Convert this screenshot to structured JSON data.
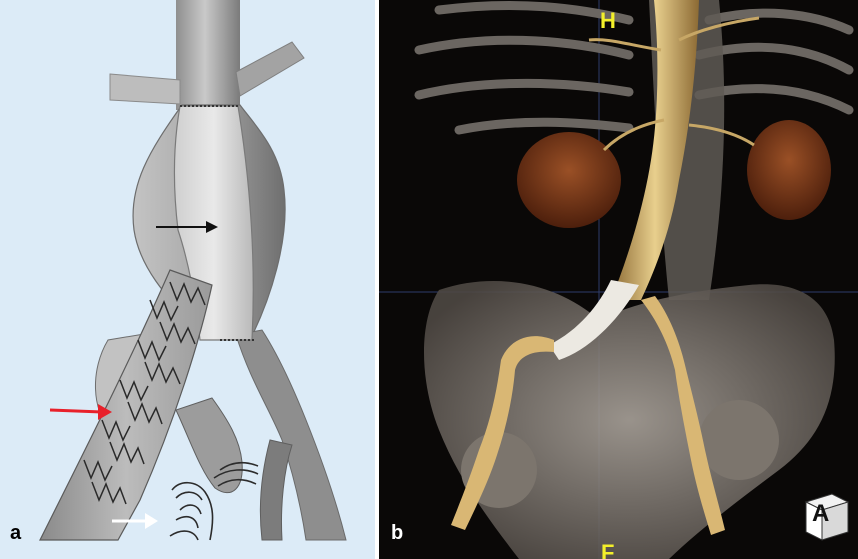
{
  "panels": {
    "a": {
      "label": "a"
    },
    "b": {
      "label": "b",
      "orientation_top": "H",
      "orientation_bottom": "F",
      "cube_letter": "A"
    }
  },
  "colors": {
    "illustration_background": "#dcebf7",
    "ct_background": "#0a0807",
    "orientation_text": "#f3ef2a",
    "red_arrow": "#e8202a",
    "black_arrow": "#111111",
    "white_arrow": "#ffffff",
    "vessel_gray": "#a9a9a9",
    "stent_graft": "#d8d8d8",
    "kidney": "#7a3a1c",
    "contrast_aorta": "#d9b774"
  },
  "icons": [
    "red-arrow-icon",
    "black-arrow-icon",
    "white-arrow-icon",
    "orientation-cube-icon"
  ]
}
